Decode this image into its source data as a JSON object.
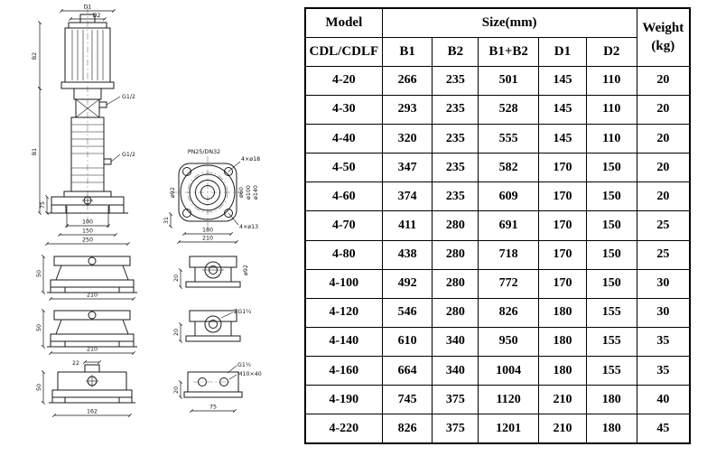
{
  "drawing": {
    "labels": {
      "d1": "D1",
      "d2": "D2",
      "b2": "B2",
      "b1": "B1",
      "g12_a": "G1/2",
      "g12_b": "G1/2",
      "pn": "PN25/DN32",
      "holes18": "4×ø18",
      "phi92_top": "ø92",
      "phi60": "ø60",
      "phi100": "ø100",
      "phi140": "ø140",
      "dim31": "31",
      "dim180": "180",
      "dim210_top": "210",
      "holes13": "4×ø13",
      "dim75": "75",
      "dim100": "100",
      "dim150": "150",
      "dim250": "250",
      "r2_50": "50",
      "r2_210": "210",
      "r2_phi92": "ø92",
      "r2_20": "20",
      "r3_50": "50",
      "r3_210": "210",
      "r3_zg": "ZG1¼",
      "r3_20": "20",
      "r4_22": "22",
      "r4_50": "50",
      "r4_162": "162",
      "r4_g": "G1½",
      "r4_m10": "M10×40",
      "r4_75": "75",
      "r4_20": "20"
    }
  },
  "table": {
    "header": {
      "model": "Model",
      "size": "Size(mm)",
      "weight": "Weight",
      "weight_unit": "(kg)",
      "model_sub": "CDL/CDLF",
      "cols": [
        "B1",
        "B2",
        "B1+B2",
        "D1",
        "D2"
      ]
    },
    "rows": [
      [
        "4-20",
        "266",
        "235",
        "501",
        "145",
        "110",
        "20"
      ],
      [
        "4-30",
        "293",
        "235",
        "528",
        "145",
        "110",
        "20"
      ],
      [
        "4-40",
        "320",
        "235",
        "555",
        "145",
        "110",
        "20"
      ],
      [
        "4-50",
        "347",
        "235",
        "582",
        "170",
        "150",
        "20"
      ],
      [
        "4-60",
        "374",
        "235",
        "609",
        "170",
        "150",
        "20"
      ],
      [
        "4-70",
        "411",
        "280",
        "691",
        "170",
        "150",
        "25"
      ],
      [
        "4-80",
        "438",
        "280",
        "718",
        "170",
        "150",
        "25"
      ],
      [
        "4-100",
        "492",
        "280",
        "772",
        "170",
        "150",
        "30"
      ],
      [
        "4-120",
        "546",
        "280",
        "826",
        "180",
        "155",
        "30"
      ],
      [
        "4-140",
        "610",
        "340",
        "950",
        "180",
        "155",
        "35"
      ],
      [
        "4-160",
        "664",
        "340",
        "1004",
        "180",
        "155",
        "35"
      ],
      [
        "4-190",
        "745",
        "375",
        "1120",
        "210",
        "180",
        "40"
      ],
      [
        "4-220",
        "826",
        "375",
        "1201",
        "210",
        "180",
        "45"
      ]
    ]
  }
}
